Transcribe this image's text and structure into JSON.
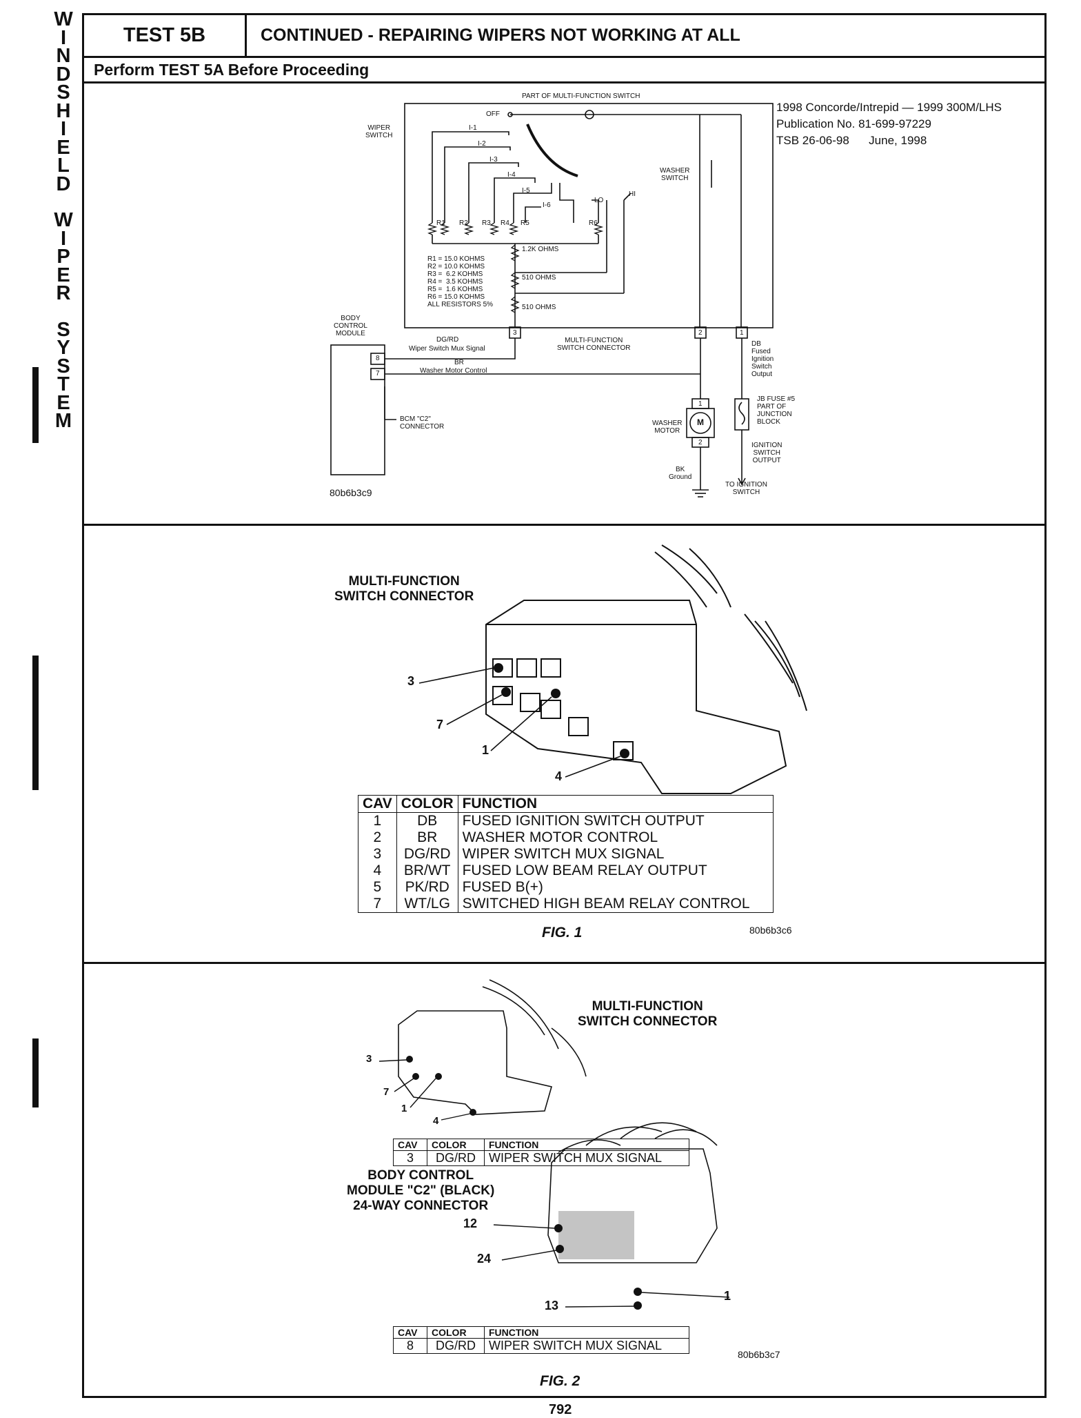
{
  "side_title": {
    "word1": [
      "W",
      "I",
      "N",
      "D",
      "S",
      "H",
      "I",
      "E",
      "L",
      "D"
    ],
    "word2": [
      "W",
      "I",
      "P",
      "E",
      "R"
    ],
    "word3": [
      "S",
      "Y",
      "S",
      "T",
      "E",
      "M"
    ]
  },
  "header": {
    "test_label": "TEST 5B",
    "title": "CONTINUED - REPAIRING WIPERS NOT WORKING AT ALL",
    "subtitle": "Perform TEST 5A Before Proceeding"
  },
  "pub_note": {
    "line1": "1998 Concorde/Intrepid — 1999 300M/LHS",
    "line2": "Publication No. 81-699-97229",
    "line3": "TSB 26-06-98      June, 1998"
  },
  "schematic": {
    "part_of": "PART OF MULTI-FUNCTION SWITCH",
    "wiper_switch": "WIPER\nSWITCH",
    "off": "OFF",
    "positions": [
      "I-1",
      "I-2",
      "I-3",
      "I-4",
      "I-5",
      "I-6",
      "LO",
      "HI"
    ],
    "resistors": [
      "R1",
      "R2",
      "R3",
      "R4",
      "R5",
      "R6"
    ],
    "r_values": [
      "1.2K OHMS",
      "510 OHMS",
      "510 OHMS"
    ],
    "legend": [
      "R1 = 15.0 KOHMS",
      "R2 = 10.0 KOHMS",
      "R3 =  6.2 KOHMS",
      "R4 =  3.5 KOHMS",
      "R5 =  1.6 KOHMS",
      "R6 = 15.0 KOHMS",
      "ALL RESISTORS 5%"
    ],
    "washer_switch": "WASHER\nSWITCH",
    "bcm": "BODY\nCONTROL\nMODULE",
    "wire1_color": "DG/RD",
    "wire1_desc": "Wiper Switch Mux Signal",
    "wire2_color": "BR",
    "wire2_desc": "Washer Motor Control",
    "pin8": "8",
    "pin7": "7",
    "mfs_connector": "MULTI-FUNCTION\nSWITCH CONNECTOR",
    "conn_pins": [
      "3",
      "2",
      "1"
    ],
    "db_label": "DB\nFused\nIgnition\nSwitch\nOutput",
    "fuse_label": "JB FUSE #5\nPART OF\nJUNCTION\nBLOCK",
    "washer_motor": "WASHER\nMOTOR",
    "motor_symbol": "M",
    "motor_pins": [
      "1",
      "2"
    ],
    "bcm_conn": "BCM \"C2\"\nCONNECTOR",
    "ground": "BK\nGround",
    "ign_out": "IGNITION\nSWITCH\nOUTPUT",
    "to_ign": "TO IGNITION\nSWITCH",
    "ref": "80b6b3c9"
  },
  "fig1": {
    "title": "MULTI-FUNCTION\nSWITCH CONNECTOR",
    "callouts": [
      "3",
      "7",
      "1",
      "4"
    ],
    "headers": [
      "CAV",
      "COLOR",
      "FUNCTION"
    ],
    "rows": [
      [
        "1",
        "DB",
        "FUSED IGNITION SWITCH OUTPUT"
      ],
      [
        "2",
        "BR",
        "WASHER MOTOR CONTROL"
      ],
      [
        "3",
        "DG/RD",
        "WIPER SWITCH MUX SIGNAL"
      ],
      [
        "4",
        "BR/WT",
        "FUSED LOW BEAM RELAY OUTPUT"
      ],
      [
        "5",
        "PK/RD",
        "FUSED B(+)"
      ],
      [
        "7",
        "WT/LG",
        "SWITCHED HIGH BEAM RELAY CONTROL"
      ]
    ],
    "label": "FIG. 1",
    "ref": "80b6b3c6"
  },
  "fig2": {
    "title1": "MULTI-FUNCTION\nSWITCH CONNECTOR",
    "callouts1": [
      "3",
      "7",
      "1",
      "4"
    ],
    "headers": [
      "CAV",
      "COLOR",
      "FUNCTION"
    ],
    "row1": [
      "3",
      "DG/RD",
      "WIPER SWITCH MUX SIGNAL"
    ],
    "title2": "BODY CONTROL\nMODULE \"C2\" (BLACK)\n24-WAY CONNECTOR",
    "callouts2": [
      "12",
      "24",
      "13",
      "1"
    ],
    "row2": [
      "8",
      "DG/RD",
      "WIPER SWITCH MUX SIGNAL"
    ],
    "label": "FIG. 2",
    "ref": "80b6b3c7"
  },
  "page_number": "792"
}
